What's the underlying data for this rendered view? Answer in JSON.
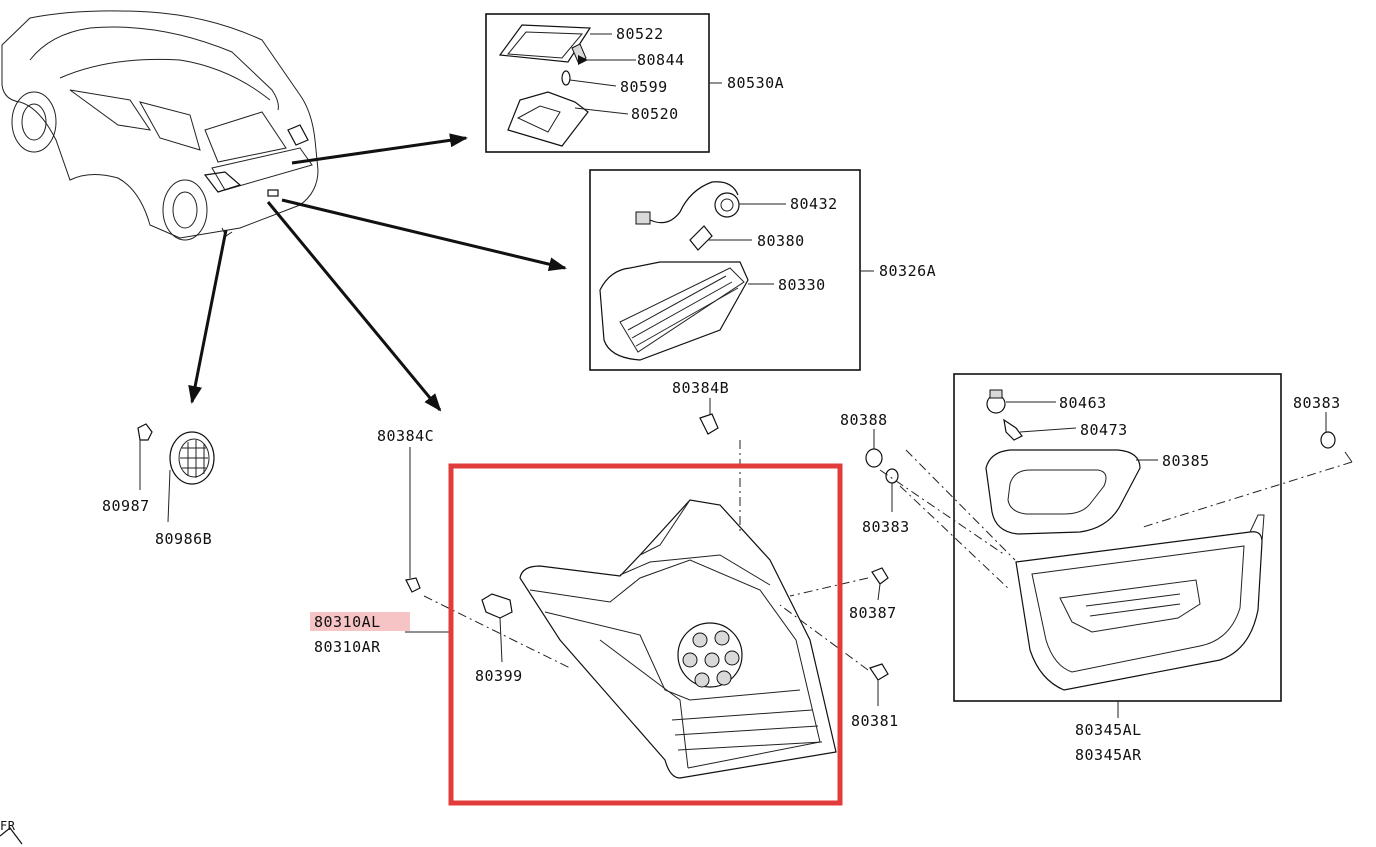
{
  "colors": {
    "highlight_box": "#e23b3b",
    "highlight_label_bg": "#f7c4c6",
    "line": "#111111",
    "background": "#ffffff"
  },
  "labels": {
    "p80522": "80522",
    "p80844": "80844",
    "p80599": "80599",
    "p80520": "80520",
    "p80530A": "80530A",
    "p80432": "80432",
    "p80380": "80380",
    "p80330": "80330",
    "p80326A": "80326A",
    "p80384B": "80384B",
    "p80388": "80388",
    "p80383_mid": "80383",
    "p80387": "80387",
    "p80381": "80381",
    "p80463": "80463",
    "p80473": "80473",
    "p80385": "80385",
    "p80383_right": "80383",
    "p80345AL": "80345AL",
    "p80345AR": "80345AR",
    "p80384C": "80384C",
    "p80310AL": "80310AL",
    "p80310AR": "80310AR",
    "p80399": "80399",
    "p80987": "80987",
    "p80986B": "80986B",
    "corner_fr": "FR"
  },
  "icons": [
    "vehicle-outline",
    "license-lamp",
    "reflector-lamp",
    "grommet-cap",
    "tail-lamp-outer",
    "tail-lamp-inner"
  ]
}
